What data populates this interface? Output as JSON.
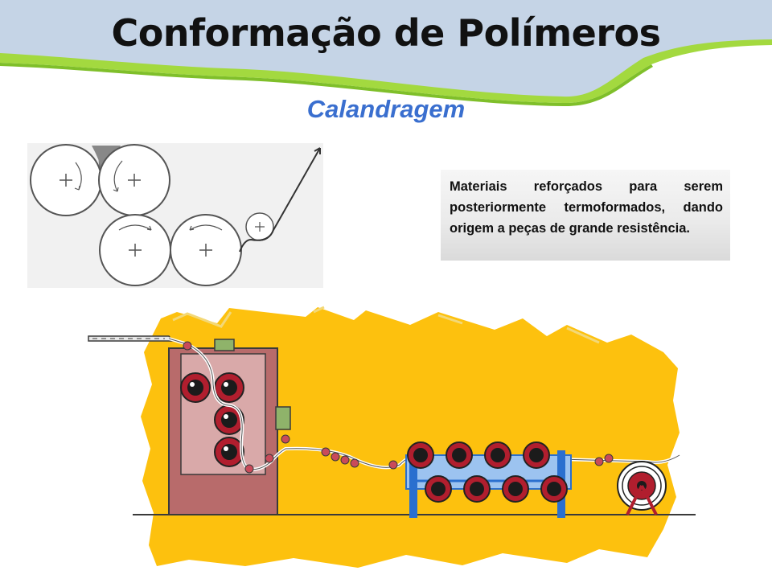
{
  "slide": {
    "title": "Conformação de Polímeros",
    "subtitle": "Calandragem",
    "description": "Materiais reforçados para serem posteriormente termoformados, dando origem a peças de grande resistência."
  },
  "colors": {
    "banner_blue": "#c5d4e6",
    "banner_green": "#a3d93f",
    "subtitle_blue": "#3a6fcf",
    "backdrop_yellow": "#fdc10e",
    "calender_red": "#b86b6b",
    "frame_blue": "#2a6fcf",
    "roll_dark": "#b11e2e"
  },
  "icons": [
    "plus-mark-icon",
    "rotation-arrow-icon"
  ]
}
